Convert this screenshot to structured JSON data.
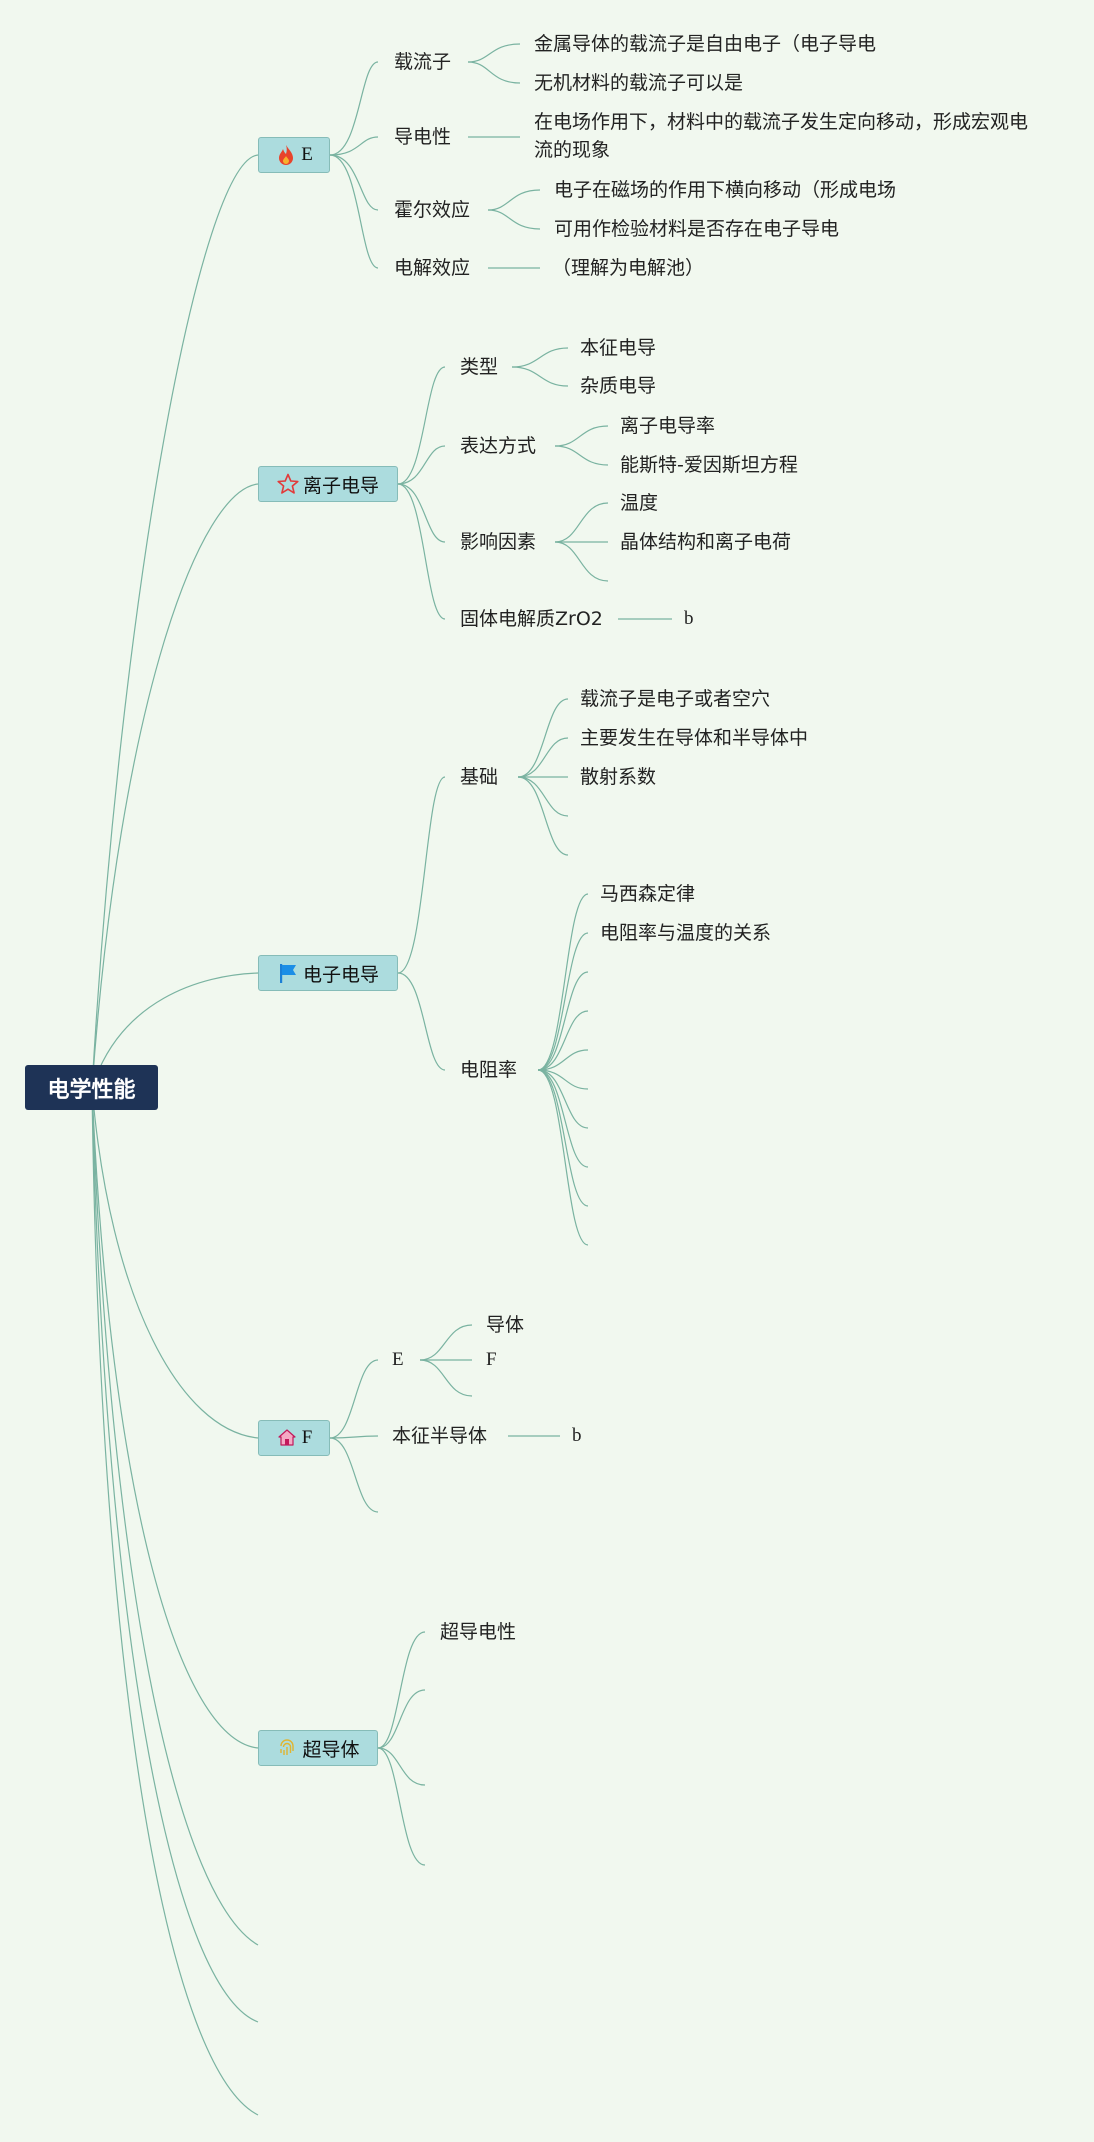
{
  "root": {
    "label": "电学性能"
  },
  "branches": {
    "e": {
      "label": "E",
      "icon": "fire-icon",
      "carrier": {
        "label": "载流子",
        "items": [
          "金属导体的载流子是自由电子（电子导电",
          "无机材料的载流子可以是"
        ]
      },
      "conductivity": {
        "label": "导电性",
        "text": "在电场作用下，材料中的载流子发生定向移动，形成宏观电流的现象"
      },
      "hall": {
        "label": "霍尔效应",
        "items": [
          "电子在磁场的作用下横向移动（形成电场",
          "可用作检验材料是否存在电子导电"
        ]
      },
      "electrolysis": {
        "label": "电解效应",
        "text": "（理解为电解池）"
      }
    },
    "ionic": {
      "label": "离子电导",
      "icon": "star-icon",
      "types": {
        "label": "类型",
        "items": [
          "本征电导",
          "杂质电导"
        ]
      },
      "expression": {
        "label": "表达方式",
        "items": [
          "离子电导率",
          "能斯特-爱因斯坦方程"
        ]
      },
      "factors": {
        "label": "影响因素",
        "items": [
          "温度",
          "晶体结构和离子电荷"
        ]
      },
      "solid": {
        "label": "固体电解质ZrO2",
        "child": "b"
      }
    },
    "electronic": {
      "label": "电子电导",
      "icon": "flag-icon",
      "basics": {
        "label": "基础",
        "items": [
          "载流子是电子或者空穴",
          "主要发生在导体和半导体中",
          "散射系数"
        ]
      },
      "resistivity": {
        "label": "电阻率",
        "items": [
          "马西森定律",
          "电阻率与温度的关系"
        ]
      }
    },
    "f": {
      "label": "F",
      "icon": "home-icon",
      "e_sub": {
        "label": "E",
        "items": [
          "导体",
          "F"
        ]
      },
      "intrinsic": {
        "label": "本征半导体",
        "child": "b"
      }
    },
    "superconductor": {
      "label": "超导体",
      "icon": "fingerprint-icon",
      "items": [
        "超导电性"
      ]
    }
  }
}
